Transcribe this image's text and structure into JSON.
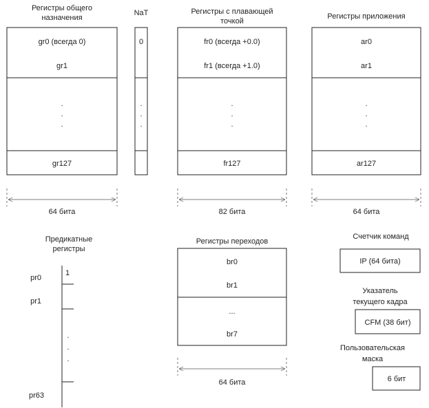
{
  "general": {
    "title_line1": "Регистры общего",
    "title_line2": "назначения",
    "reg_first": "gr0 (всегда 0)",
    "reg_second": "gr1",
    "reg_last": "gr127",
    "width": "64 бита"
  },
  "nat": {
    "title": "NaT",
    "first_value": "0"
  },
  "float": {
    "title_line1": "Регистры с плавающей",
    "title_line2": "точкой",
    "reg_first": "fr0 (всегда +0.0)",
    "reg_second": "fr1 (всегда +1.0)",
    "reg_last": "fr127",
    "width": "82 бита"
  },
  "app": {
    "title": "Регистры приложения",
    "reg_first": "ar0",
    "reg_second": "ar1",
    "reg_last": "ar127",
    "width": "64 бита"
  },
  "predicate": {
    "title_line1": "Предикатные",
    "title_line2": "регистры",
    "label_first": "pr0",
    "label_second": "pr1",
    "label_last": "pr63",
    "first_value": "1"
  },
  "branch": {
    "title": "Регистры переходов",
    "reg_first": "br0",
    "reg_second": "br1",
    "ellipsis": "...",
    "reg_last": "br7",
    "width": "64 бита"
  },
  "ip": {
    "title": "Счетчик команд",
    "value": "IP (64 бита)"
  },
  "cfm": {
    "title_line1": "Указатель",
    "title_line2": "текущего кадра",
    "value": "CFM (38 бит)"
  },
  "um": {
    "title_line1": "Пользовательская",
    "title_line2": "маска",
    "value": "6 бит"
  }
}
